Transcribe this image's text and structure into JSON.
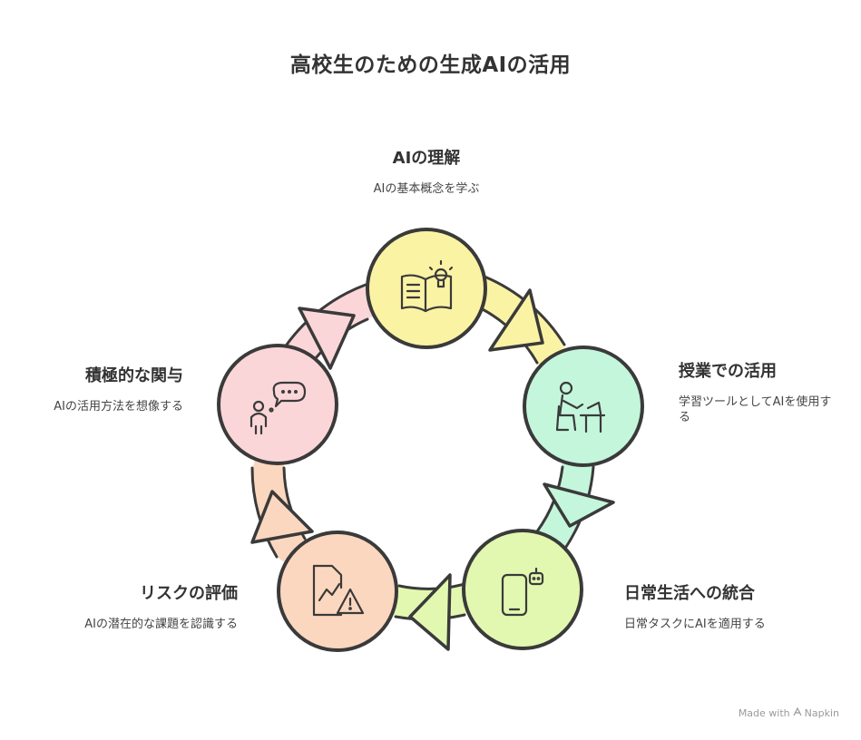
{
  "title": "高校生のための生成AIの活用",
  "colors": {
    "outline": "#3a3a3a",
    "understand": "#fbf3a4",
    "classroom": "#c4f6dc",
    "daily": "#e2f8b0",
    "risk": "#fcd7bf",
    "engage": "#fbd6d8"
  },
  "steps": [
    {
      "id": "understand",
      "title": "AIの理解",
      "description": "AIの基本概念を学ぶ",
      "icon": "book-lightbulb-icon"
    },
    {
      "id": "classroom",
      "title": "授業での活用",
      "description": "学習ツールとしてAIを使用する",
      "icon": "student-at-desk-icon"
    },
    {
      "id": "daily",
      "title": "日常生活への統合",
      "description": "日常タスクにAIを適用する",
      "icon": "phone-robot-icon"
    },
    {
      "id": "risk",
      "title": "リスクの評価",
      "description": "AIの潜在的な課題を認識する",
      "icon": "chart-warning-icon"
    },
    {
      "id": "engage",
      "title": "積極的な関与",
      "description": "AIの活用方法を想像する",
      "icon": "person-thought-icon"
    }
  ],
  "footer": {
    "made_with": "Made with",
    "brand": "Napkin"
  }
}
